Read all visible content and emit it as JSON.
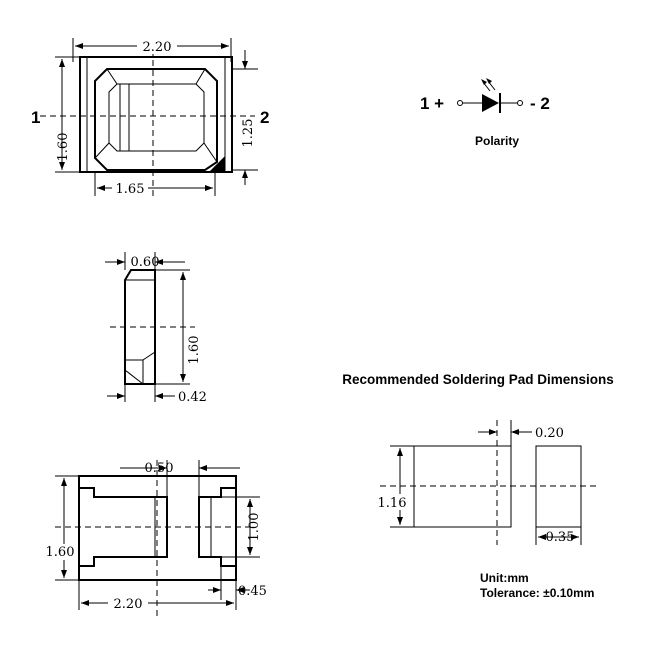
{
  "top_view": {
    "width_label": "2.20",
    "height_label": "1.60",
    "inner_height_label": "1.25",
    "inner_width_label": "1.65",
    "pin1_label": "1",
    "pin2_label": "2"
  },
  "polarity": {
    "plus_label": "1 +",
    "minus_label": "- 2",
    "caption": "Polarity"
  },
  "side_view": {
    "top_width_label": "0.60",
    "height_label": "1.60",
    "bottom_width_label": "0.42"
  },
  "bottom_view": {
    "pad_gap_label": "0.50",
    "height_label": "1.60",
    "pad_height_label": "1.00",
    "width_label": "2.20",
    "pad_offset_label": "0.45"
  },
  "solder_pads": {
    "title": "Recommended Soldering Pad Dimensions",
    "gap_label": "0.20",
    "height_label": "1.16",
    "pad_width_label": "0.35"
  },
  "notes": {
    "unit": "Unit:mm",
    "tolerance": "Tolerance: ±0.10mm"
  }
}
